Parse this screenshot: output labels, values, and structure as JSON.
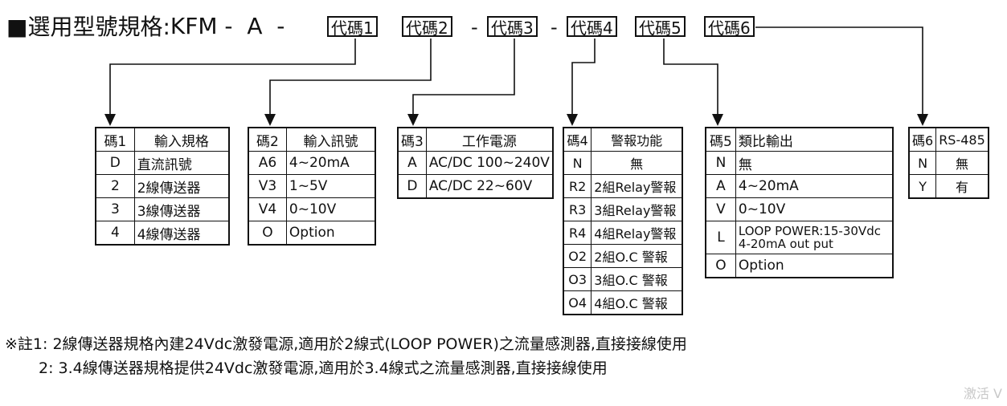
{
  "title": {
    "prefix": "■選用型號規格:",
    "model": "KFM -  A  -"
  },
  "codes": [
    "代碼1",
    "代碼2",
    "代碼3",
    "代碼4",
    "代碼5",
    "代碼6"
  ],
  "separators": [
    "-",
    "-"
  ],
  "tables": {
    "t1": {
      "h": [
        "碼1",
        "輸入規格"
      ],
      "rows": [
        [
          "D",
          "直流訊號"
        ],
        [
          "2",
          "2線傳送器"
        ],
        [
          "3",
          "3線傳送器"
        ],
        [
          "4",
          "4線傳送器"
        ]
      ]
    },
    "t2": {
      "h": [
        "碼2",
        "輸入訊號"
      ],
      "rows": [
        [
          "A6",
          "4~20mA"
        ],
        [
          "V3",
          "1~5V"
        ],
        [
          "V4",
          "0~10V"
        ],
        [
          "O",
          "Option"
        ]
      ]
    },
    "t3": {
      "h": [
        "碼3",
        "工作電源"
      ],
      "rows": [
        [
          "A",
          "AC/DC 100~240V"
        ],
        [
          "D",
          "AC/DC 22~60V"
        ]
      ]
    },
    "t4": {
      "h": [
        "碼4",
        "警報功能"
      ],
      "rows": [
        [
          "N",
          "無"
        ],
        [
          "R2",
          "2組Relay警報"
        ],
        [
          "R3",
          "3組Relay警報"
        ],
        [
          "R4",
          "4組Relay警報"
        ],
        [
          "O2",
          "2組O.C 警報"
        ],
        [
          "O3",
          "3組O.C 警報"
        ],
        [
          "O4",
          "4組O.C 警報"
        ]
      ]
    },
    "t5": {
      "h": [
        "碼5",
        "類比輸出"
      ],
      "rows": [
        [
          "N",
          "無"
        ],
        [
          "A",
          "4~20mA"
        ],
        [
          "V",
          "0~10V"
        ],
        [
          "L",
          "LOOP POWER:15-30Vdc"
        ],
        [
          "O",
          "Option"
        ]
      ],
      "loop_line2": "4-20mA out put"
    },
    "t6": {
      "h": [
        "碼6",
        "RS-485"
      ],
      "rows": [
        [
          "N",
          "無"
        ],
        [
          "Y",
          "有"
        ]
      ]
    }
  },
  "notes": [
    "※註1: 2線傳送器規格內建24Vdc激發電源,適用於2線式(LOOP POWER)之流量感測器,直接接線使用",
    "2: 3.4線傳送器規格提供24Vdc激發電源,適用於3.4線式之流量感測器,直接接線使用"
  ],
  "watermark": "激活 V"
}
